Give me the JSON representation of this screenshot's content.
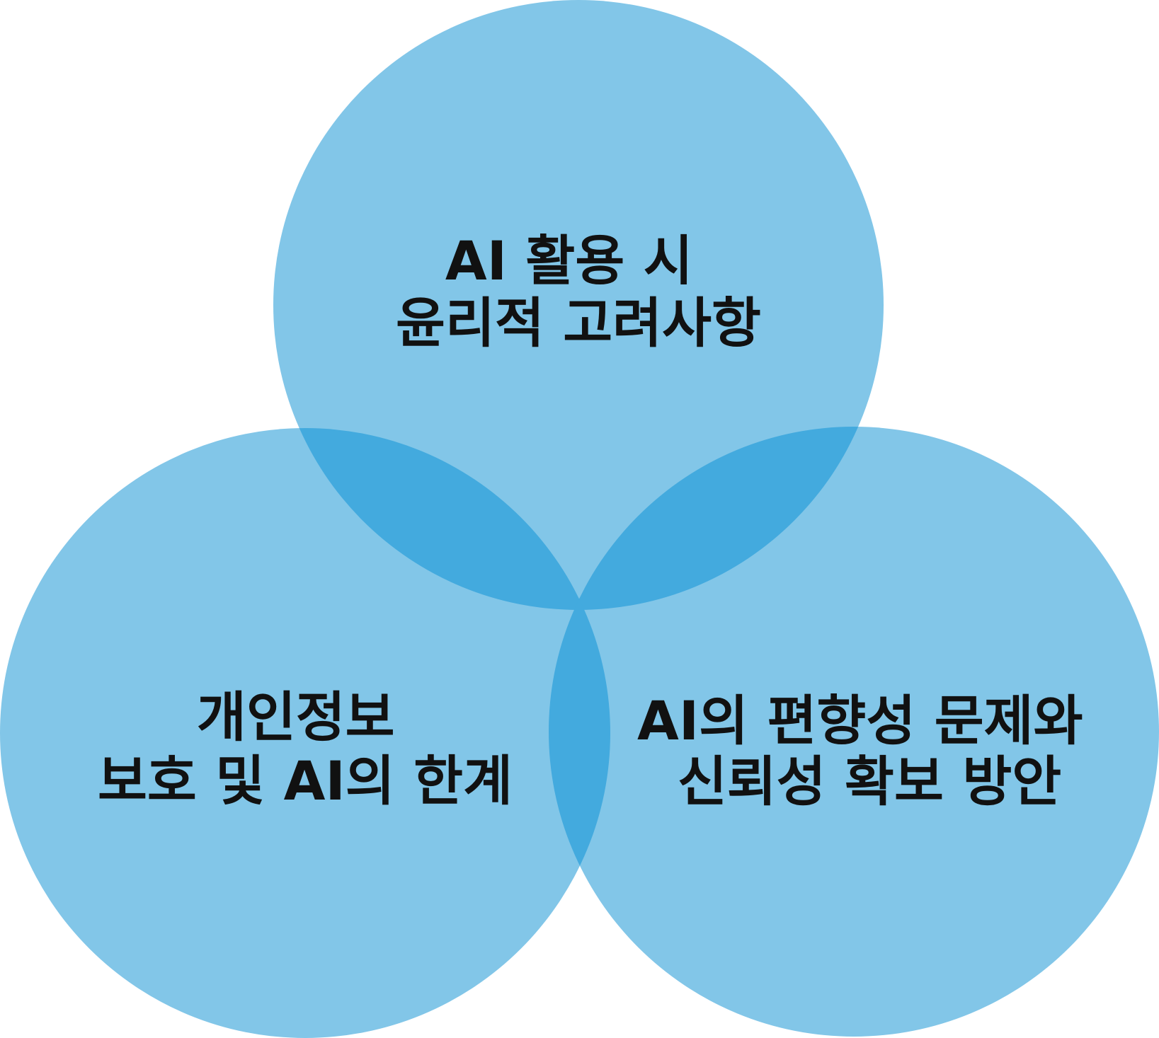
{
  "diagram": {
    "type": "venn",
    "circle_color": "#82c6e8",
    "overlap_color": "#43aade",
    "text_color": "#111111",
    "circles": [
      {
        "id": "top",
        "lines": [
          "AI 활용 시",
          "윤리적 고려사항"
        ]
      },
      {
        "id": "left",
        "lines": [
          "개인정보",
          "보호 및 AI의 한계"
        ]
      },
      {
        "id": "right",
        "lines": [
          "AI의 편향성 문제와",
          "신뢰성 확보 방안"
        ]
      }
    ]
  }
}
